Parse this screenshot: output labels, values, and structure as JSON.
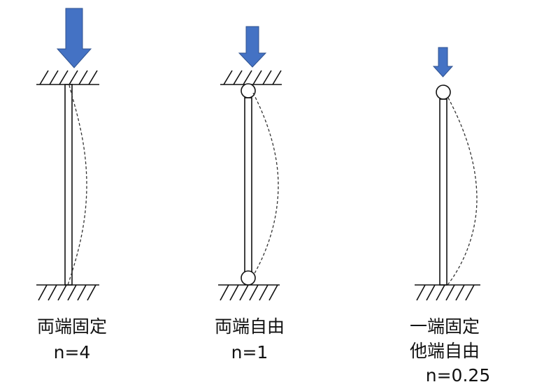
{
  "colors": {
    "arrow": "#4472C4",
    "line": "#111111",
    "background": "#ffffff"
  },
  "columns": [
    {
      "id": "fixed-fixed",
      "title": "両端固定",
      "coefficient": "n=4"
    },
    {
      "id": "pinned-pinned",
      "title": "両端自由",
      "coefficient": "n=1"
    },
    {
      "id": "fixed-free",
      "title_line1": "一端固定",
      "title_line2": "他端自由",
      "coefficient": "n=0.25"
    }
  ]
}
